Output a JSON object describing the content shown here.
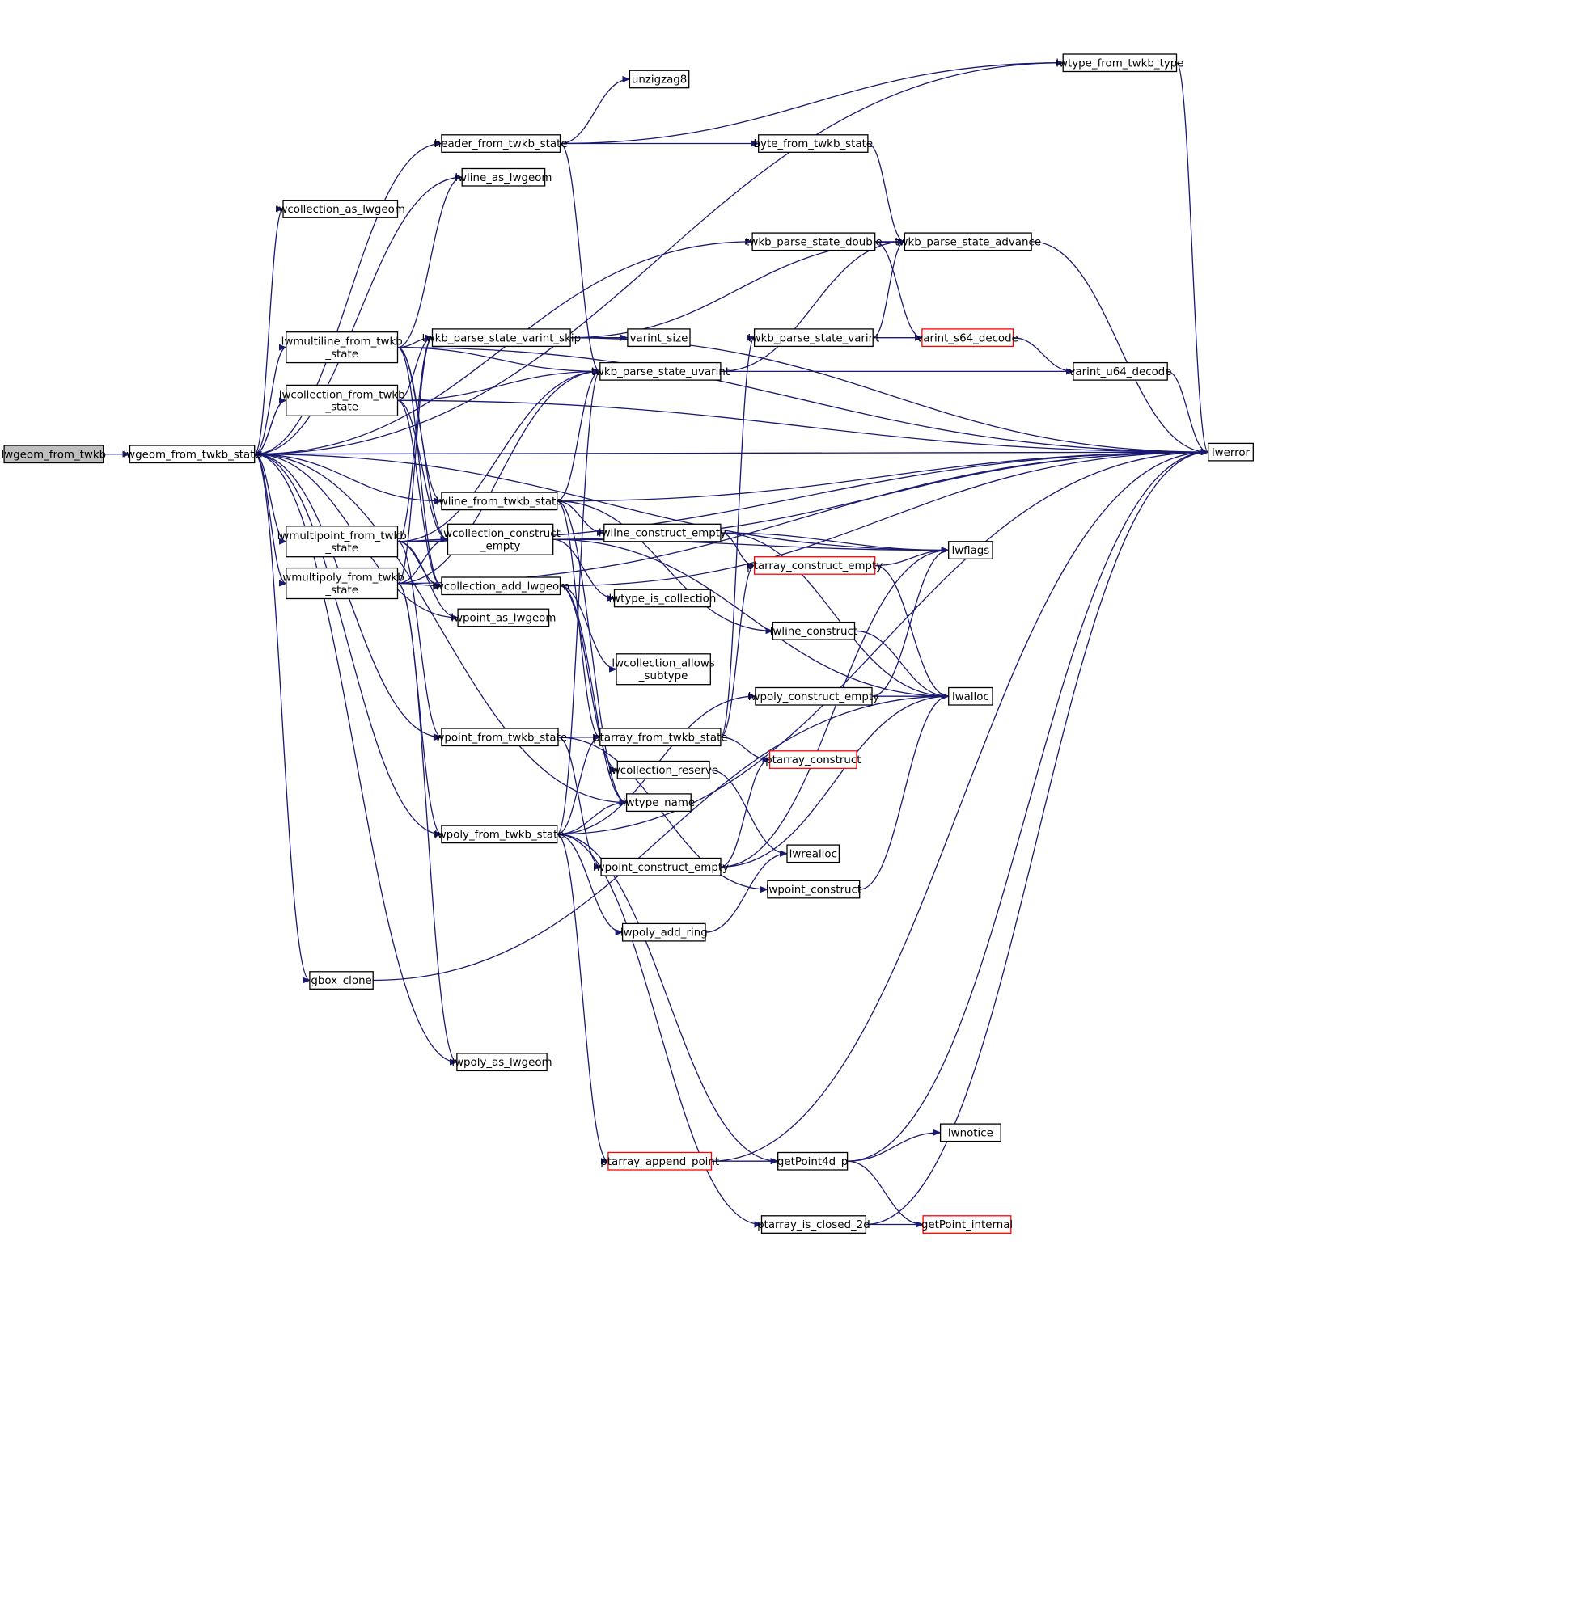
{
  "colors": {
    "edge": "#191970",
    "node_border": "#000000",
    "node_fill": "#ffffff",
    "root_fill": "#bfbfbf",
    "truncated_border": "#ff0000"
  },
  "nodes": {
    "lwgeom_from_twkb": {
      "lines": [
        "lwgeom_from_twkb"
      ],
      "root": true
    },
    "lwgeom_from_twkb_state": {
      "lines": [
        "lwgeom_from_twkb_state"
      ]
    },
    "header_from_twkb_state": {
      "lines": [
        "header_from_twkb_state"
      ]
    },
    "lwline_as_lwgeom": {
      "lines": [
        "lwline_as_lwgeom"
      ]
    },
    "lwcollection_as_lwgeom": {
      "lines": [
        "lwcollection_as_lwgeom"
      ]
    },
    "lwmultiline_from_twkb_state": {
      "lines": [
        "lwmultiline_from_twkb",
        "_state"
      ]
    },
    "lwcollection_from_twkb_state": {
      "lines": [
        "lwcollection_from_twkb",
        "_state"
      ]
    },
    "lwmultipoint_from_twkb_state": {
      "lines": [
        "lwmultipoint_from_twkb",
        "_state"
      ]
    },
    "lwmultipoly_from_twkb_state": {
      "lines": [
        "lwmultipoly_from_twkb",
        "_state"
      ]
    },
    "gbox_clone": {
      "lines": [
        "gbox_clone"
      ]
    },
    "lwtype_from_twkb_type": {
      "lines": [
        "lwtype_from_twkb_type"
      ]
    },
    "unzigzag8": {
      "lines": [
        "unzigzag8"
      ]
    },
    "byte_from_twkb_state": {
      "lines": [
        "byte_from_twkb_state"
      ]
    },
    "twkb_parse_state_double": {
      "lines": [
        "twkb_parse_state_double"
      ]
    },
    "twkb_parse_state_advance": {
      "lines": [
        "twkb_parse_state_advance"
      ]
    },
    "twkb_parse_state_varint_skip": {
      "lines": [
        "twkb_parse_state_varint_skip"
      ]
    },
    "varint_size": {
      "lines": [
        "varint_size"
      ]
    },
    "twkb_parse_state_varint": {
      "lines": [
        "twkb_parse_state_varint"
      ]
    },
    "varint_s64_decode": {
      "lines": [
        "varint_s64_decode"
      ],
      "truncated": true
    },
    "twkb_parse_state_uvarint": {
      "lines": [
        "twkb_parse_state_uvarint"
      ]
    },
    "varint_u64_decode": {
      "lines": [
        "varint_u64_decode"
      ]
    },
    "lwerror": {
      "lines": [
        "lwerror"
      ]
    },
    "lwline_from_twkb_state": {
      "lines": [
        "lwline_from_twkb_state"
      ]
    },
    "lwcollection_construct_empty": {
      "lines": [
        "lwcollection_construct",
        "_empty"
      ]
    },
    "lwline_construct_empty": {
      "lines": [
        "lwline_construct_empty"
      ]
    },
    "lwflags": {
      "lines": [
        "lwflags"
      ]
    },
    "ptarray_construct_empty": {
      "lines": [
        "ptarray_construct_empty"
      ],
      "truncated": true
    },
    "lwcollection_add_lwgeom": {
      "lines": [
        "lwcollection_add_lwgeom"
      ]
    },
    "lwtype_is_collection": {
      "lines": [
        "lwtype_is_collection"
      ]
    },
    "lwpoint_as_lwgeom": {
      "lines": [
        "lwpoint_as_lwgeom"
      ]
    },
    "lwline_construct": {
      "lines": [
        "lwline_construct"
      ]
    },
    "lwcollection_allows_subtype": {
      "lines": [
        "lwcollection_allows",
        "_subtype"
      ]
    },
    "lwpoly_construct_empty": {
      "lines": [
        "lwpoly_construct_empty"
      ]
    },
    "lwalloc": {
      "lines": [
        "lwalloc"
      ]
    },
    "lwpoint_from_twkb_state": {
      "lines": [
        "lwpoint_from_twkb_state"
      ]
    },
    "ptarray_from_twkb_state": {
      "lines": [
        "ptarray_from_twkb_state"
      ]
    },
    "ptarray_construct": {
      "lines": [
        "ptarray_construct"
      ],
      "truncated": true
    },
    "lwcollection_reserve": {
      "lines": [
        "lwcollection_reserve"
      ]
    },
    "lwtype_name": {
      "lines": [
        "lwtype_name"
      ]
    },
    "lwpoly_from_twkb_state": {
      "lines": [
        "lwpoly_from_twkb_state"
      ]
    },
    "lwpoint_construct_empty": {
      "lines": [
        "lwpoint_construct_empty"
      ]
    },
    "lwrealloc": {
      "lines": [
        "lwrealloc"
      ]
    },
    "lwpoint_construct": {
      "lines": [
        "lwpoint_construct"
      ]
    },
    "lwpoly_add_ring": {
      "lines": [
        "lwpoly_add_ring"
      ]
    },
    "lwpoly_as_lwgeom": {
      "lines": [
        "lwpoly_as_lwgeom"
      ]
    },
    "lwnotice": {
      "lines": [
        "lwnotice"
      ]
    },
    "ptarray_append_point": {
      "lines": [
        "ptarray_append_point"
      ],
      "truncated": true
    },
    "getPoint4d_p": {
      "lines": [
        "getPoint4d_p"
      ]
    },
    "ptarray_is_closed_2d": {
      "lines": [
        "ptarray_is_closed_2d"
      ]
    },
    "getPoint_internal": {
      "lines": [
        "getPoint_internal"
      ],
      "truncated": true
    }
  }
}
